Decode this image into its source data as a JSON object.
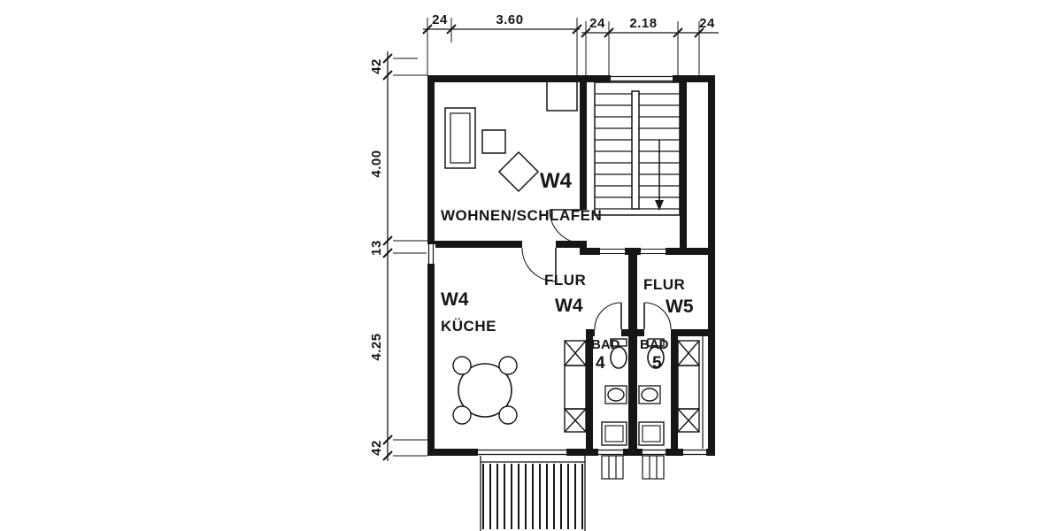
{
  "plan": {
    "type": "floor-plan",
    "colors": {
      "ink": "#161616",
      "paper": "#ffffff"
    },
    "dimensions": {
      "top": [
        "24",
        "3.60",
        "24",
        "2.18",
        "24"
      ],
      "left": [
        "42",
        "4.00",
        "13",
        "4.25",
        "42"
      ]
    },
    "rooms": {
      "living": {
        "unit": "W4",
        "name": "WOHNEN/SCHLAFEN"
      },
      "kitchen": {
        "unit": "W4",
        "name": "KÜCHE"
      },
      "hall_w4": {
        "name": "FLUR",
        "unit": "W4"
      },
      "hall_w5": {
        "name": "FLUR",
        "unit": "W5"
      },
      "bath_4": {
        "name": "BAD",
        "number": "4"
      },
      "bath_5": {
        "name": "BAD",
        "number": "5"
      }
    }
  }
}
